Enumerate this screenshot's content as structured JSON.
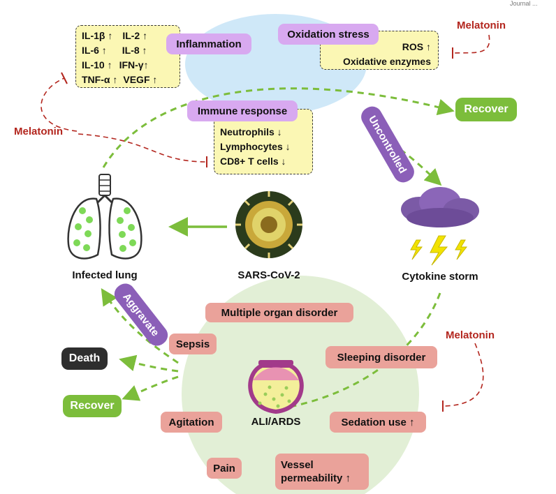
{
  "top_right_text": "Journal ...",
  "inflammation": {
    "label": "Inflammation",
    "cytokines": [
      [
        "IL-1β ↑",
        "IL-2 ↑"
      ],
      [
        "IL-6 ↑",
        "IL-8 ↑"
      ],
      [
        "IL-10 ↑",
        "IFN-γ↑"
      ],
      [
        "TNF-α ↑",
        "VEGF ↑"
      ]
    ]
  },
  "oxidation": {
    "label": "Oxidation stress",
    "items": [
      "ROS ↑",
      "Oxidative enzymes"
    ]
  },
  "immune": {
    "label": "Immune response",
    "items": [
      "Neutrophils ↓",
      "Lymphocytes ↓",
      "CD8+ T cells ↓"
    ]
  },
  "melatonin_labels": [
    "Melatonin",
    "Melatonin",
    "Melatonin"
  ],
  "recover_labels": [
    "Recover",
    "Recover"
  ],
  "death_label": "Death",
  "uncontrolled_label": "Uncontrolled",
  "aggravate_label": "Aggravate",
  "infected_lung_label": "Infected lung",
  "virus_label": "SARS-CoV-2",
  "cytokine_storm_label": "Cytokine storm",
  "ali_label": "ALI/ARDS",
  "symptoms": {
    "multiple_organ": "Multiple organ disorder",
    "sepsis": "Sepsis",
    "sleeping": "Sleeping disorder",
    "agitation": "Agitation",
    "sedation": "Sedation use ↑",
    "pain": "Pain",
    "vessel": [
      "Vessel",
      "permeability ↑"
    ]
  },
  "colors": {
    "blue_zone": "#cfe8f8",
    "green_zone": "#e2efd6",
    "yellow_box": "#fbf7b4",
    "purple_tag": "#d8a9f0",
    "pink_tag": "#eaa29a",
    "recover": "#7cbd3b",
    "arrow_green": "#7cbd3b",
    "melatonin_red": "#b3261e",
    "death": "#2e2e2e",
    "dark_purple": "#8b5fb8"
  }
}
